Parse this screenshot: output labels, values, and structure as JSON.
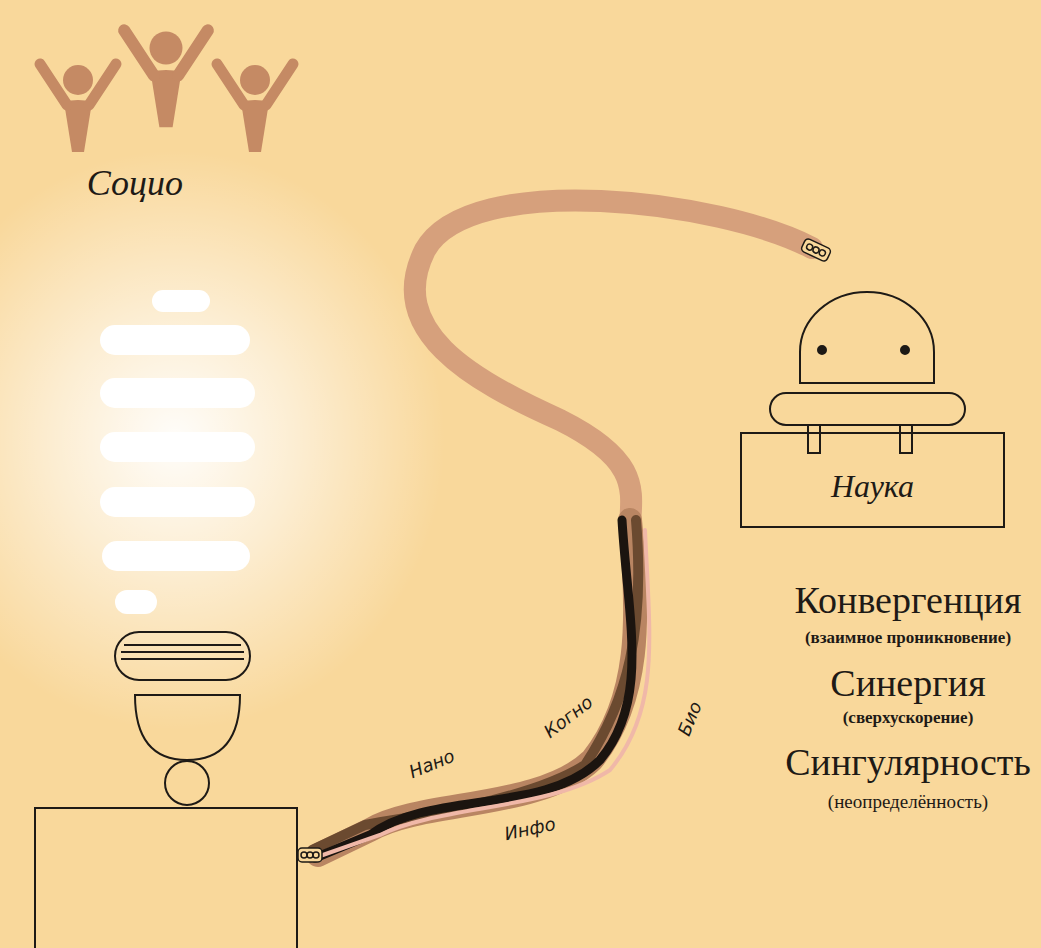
{
  "diagram": {
    "nodes": [
      {
        "text": [
          "Наука"
        ]
      }
    ],
    "labels": [
      "Социо",
      "Нано",
      "Когно",
      "Био",
      "Инфо",
      "Конвергенция",
      "(взаимное проникновение)",
      "Синергия",
      "(сверхускорение)",
      "Сингулярность",
      "(неопределённость)"
    ]
  }
}
